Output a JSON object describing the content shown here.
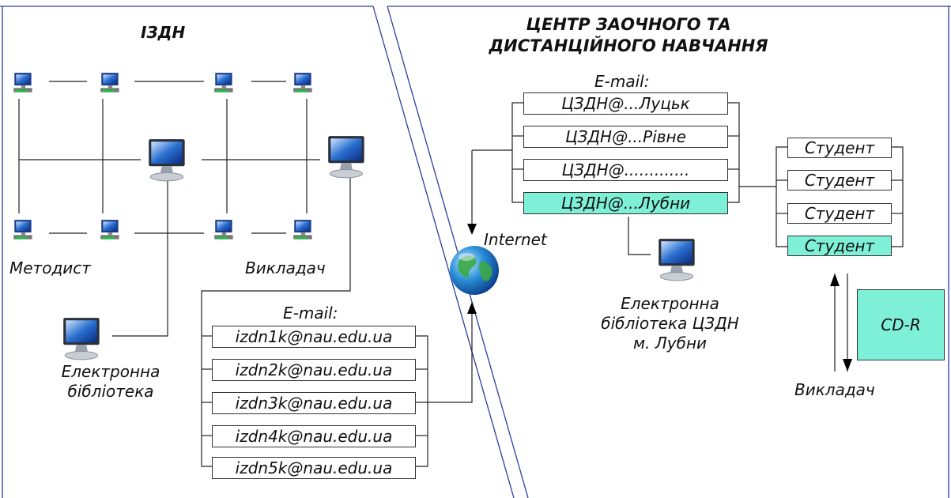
{
  "izdn": {
    "title": "ІЗДН",
    "methodist_label": "Методист",
    "lecturer_label": "Викладач",
    "library_label": [
      "Електронна",
      "бібліотека"
    ],
    "email_label": "E-mail:",
    "emails": [
      "izdn1k@nau.edu.ua",
      "izdn2k@nau.edu.ua",
      "izdn3k@nau.edu.ua",
      "izdn4k@nau.edu.ua",
      "izdn5k@nau.edu.ua"
    ]
  },
  "czdn": {
    "title": [
      "ЦЕНТР ЗАОЧНОГО ТА",
      "ДИСТАНЦІЙНОГО НАВЧАННЯ"
    ],
    "email_label": "E-mail:",
    "emails": [
      "ЦЗДН@...Луцьк",
      "ЦЗДН@...Рівне",
      "ЦЗДН@.............",
      "ЦЗДН@...Лубни"
    ],
    "highlighted_email_index": 3,
    "library_label": [
      "Електронна",
      "бібліотека ЦЗДН",
      "м. Лубни"
    ],
    "students": [
      "Студент",
      "Студент",
      "Студент",
      "Студент"
    ],
    "highlighted_student_index": 3,
    "cd_label": "CD-R",
    "lecturer_label": "Викладач",
    "highlight_color": "#7ff0d8"
  },
  "internet_label": "Internet"
}
